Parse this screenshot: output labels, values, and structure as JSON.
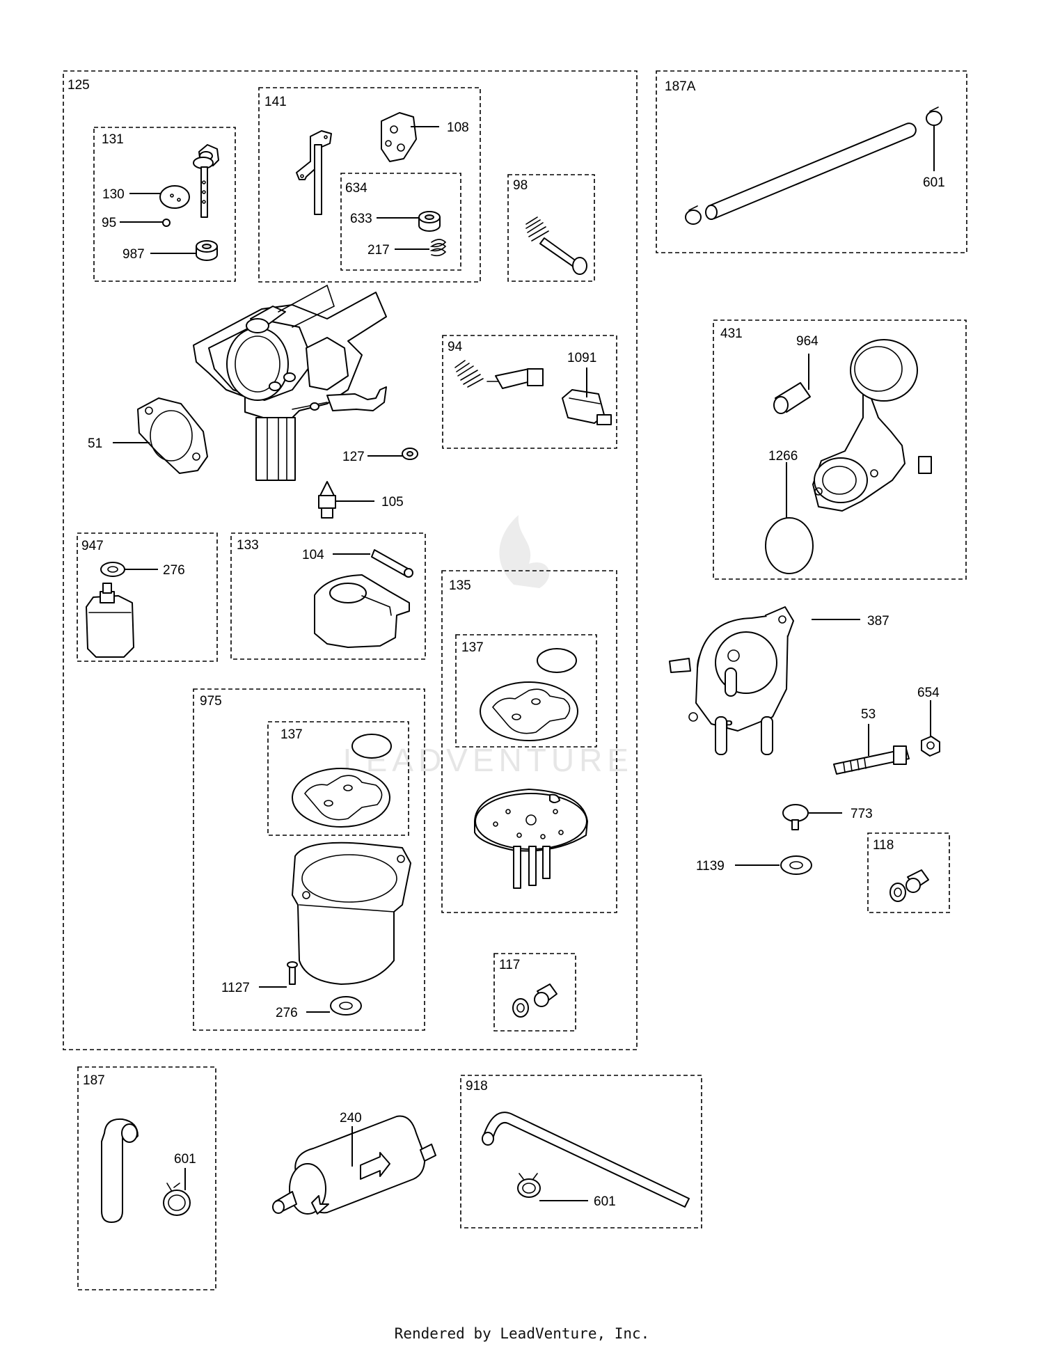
{
  "boxes": {
    "b125": "125",
    "b141": "141",
    "b131": "131",
    "b634": "634",
    "b98": "98",
    "b94": "94",
    "b947": "947",
    "b133": "133",
    "b135": "135",
    "b137a": "137",
    "b975": "975",
    "b137b": "137",
    "b117": "117",
    "b187A": "187A",
    "b431": "431",
    "b118": "118",
    "b187": "187",
    "b918": "918"
  },
  "callouts": {
    "c108": "108",
    "c130": "130",
    "c95": "95",
    "c987": "987",
    "c633": "633",
    "c217": "217",
    "c1091": "1091",
    "c51": "51",
    "c127": "127",
    "c105": "105",
    "c276a": "276",
    "c104": "104",
    "c1127": "1127",
    "c276b": "276",
    "c601a": "601",
    "c964": "964",
    "c1266": "1266",
    "c387": "387",
    "c654": "654",
    "c53": "53",
    "c773": "773",
    "c1139": "1139",
    "c240": "240",
    "c601b": "601",
    "c601c": "601"
  },
  "watermark": "LEADVENTURE",
  "footer": "Rendered by LeadVenture, Inc."
}
